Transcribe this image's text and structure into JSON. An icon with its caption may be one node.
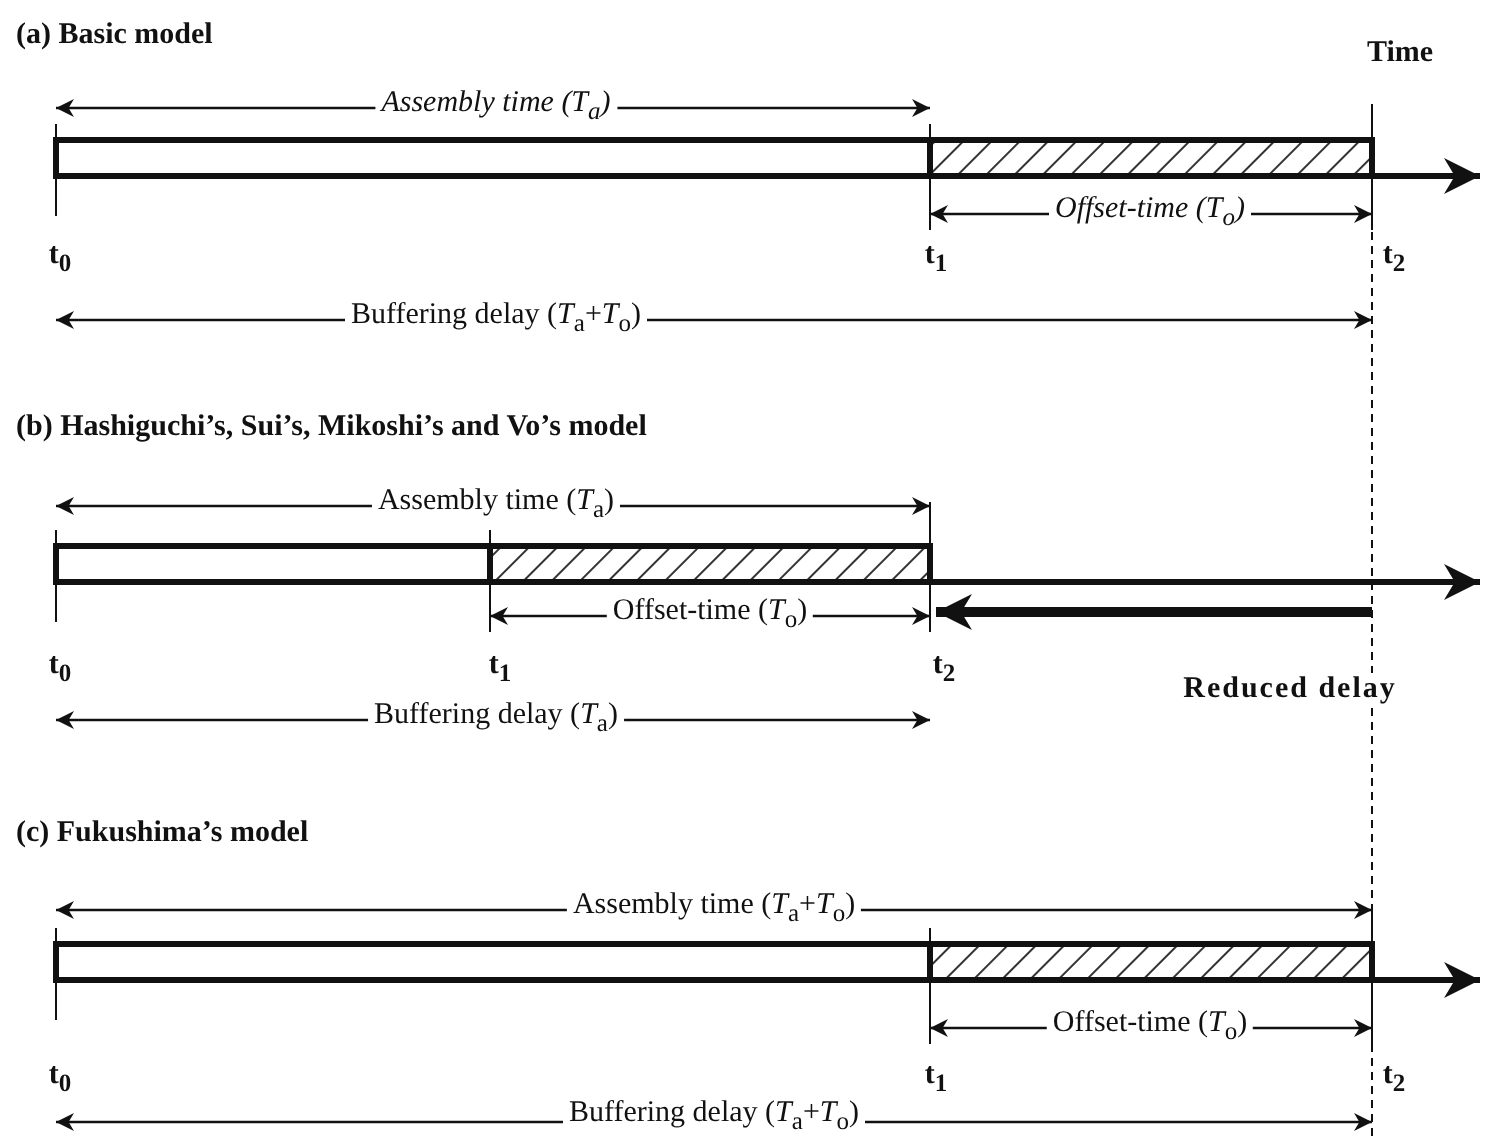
{
  "diagram": {
    "labels": [
      "(a) Basic model",
      "Time",
      "Assembly time (T$_{a}$)",
      "Offset-time (T$_{o}$)",
      "t$_{0}$",
      "t$_{1}$",
      "t$_{2}$",
      "Buffering delay (*T*$_{a}$+*T*$_{o}$)",
      "(b) Hashiguchi’s, Sui’s, Mikoshi’s and Vo’s model",
      "Assembly time (*T*$_{a}$)",
      "Offset-time (*T*$_{o}$)",
      "t$_{0}$",
      "t$_{1}$",
      "t$_{2}$",
      "Reduced delay",
      "Buffering delay (*T*$_{a}$)",
      "(c) Fukushima’s model",
      "Assembly time (*T*$_{a}$+*T*$_{o}$)",
      "Offset-time (*T*$_{o}$)",
      "t$_{0}$",
      "t$_{1}$",
      "t$_{2}$",
      "Buffering delay (*T*$_{a}$+*T*$_{o}$)"
    ]
  }
}
